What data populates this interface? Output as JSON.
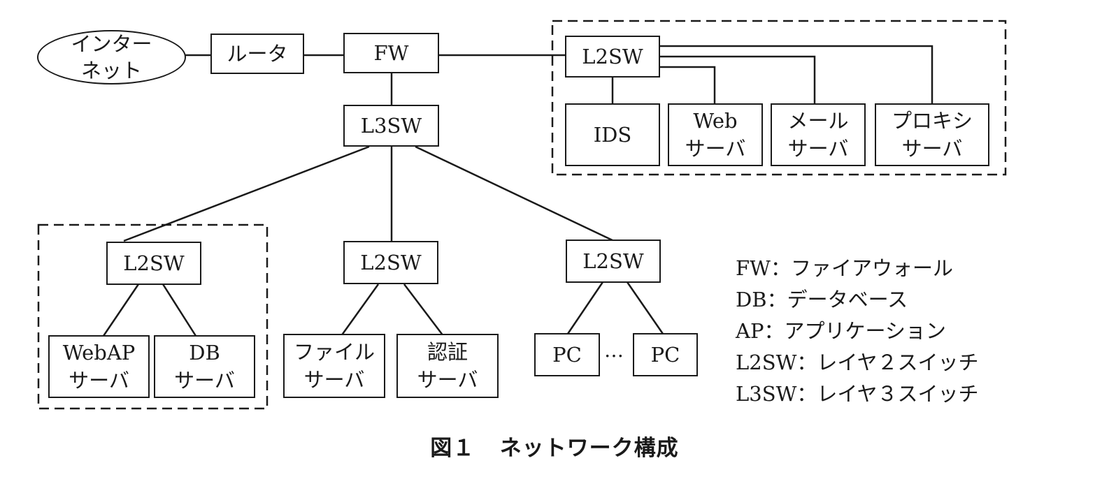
{
  "diagram": {
    "type": "network-configuration",
    "nodes": {
      "internet": {
        "lines": [
          "インター",
          "ネット"
        ]
      },
      "router": {
        "lines": [
          "ルータ"
        ]
      },
      "fw": {
        "lines": [
          "FW"
        ]
      },
      "l3sw": {
        "lines": [
          "L3SW"
        ]
      },
      "dmz_l2sw": {
        "lines": [
          "L2SW"
        ]
      },
      "ids": {
        "lines": [
          "IDS"
        ]
      },
      "web_server": {
        "lines": [
          "Web",
          "サーバ"
        ]
      },
      "mail_server": {
        "lines": [
          "メール",
          "サーバ"
        ]
      },
      "proxy_server": {
        "lines": [
          "プロキシ",
          "サーバ"
        ]
      },
      "app_l2sw": {
        "lines": [
          "L2SW"
        ]
      },
      "webap_server": {
        "lines": [
          "WebAP",
          "サーバ"
        ]
      },
      "db_server": {
        "lines": [
          "DB",
          "サーバ"
        ]
      },
      "srv_l2sw": {
        "lines": [
          "L2SW"
        ]
      },
      "file_server": {
        "lines": [
          "ファイル",
          "サーバ"
        ]
      },
      "auth_server": {
        "lines": [
          "認証",
          "サーバ"
        ]
      },
      "pc_l2sw": {
        "lines": [
          "L2SW"
        ]
      },
      "pc1": {
        "lines": [
          "PC"
        ]
      },
      "pc2": {
        "lines": [
          "PC"
        ]
      }
    },
    "links": [
      [
        "internet",
        "router"
      ],
      [
        "router",
        "fw"
      ],
      [
        "fw",
        "dmz_l2sw"
      ],
      [
        "fw",
        "l3sw"
      ],
      [
        "dmz_l2sw",
        "ids"
      ],
      [
        "dmz_l2sw",
        "web_server"
      ],
      [
        "dmz_l2sw",
        "mail_server"
      ],
      [
        "dmz_l2sw",
        "proxy_server"
      ],
      [
        "l3sw",
        "app_l2sw"
      ],
      [
        "l3sw",
        "srv_l2sw"
      ],
      [
        "l3sw",
        "pc_l2sw"
      ],
      [
        "app_l2sw",
        "webap_server"
      ],
      [
        "app_l2sw",
        "db_server"
      ],
      [
        "srv_l2sw",
        "file_server"
      ],
      [
        "srv_l2sw",
        "auth_server"
      ],
      [
        "pc_l2sw",
        "pc1"
      ],
      [
        "pc_l2sw",
        "pc2"
      ]
    ],
    "groups": [
      {
        "name": "dmz-segment",
        "members": [
          "dmz_l2sw",
          "ids",
          "web_server",
          "mail_server",
          "proxy_server"
        ],
        "style": "dashed"
      },
      {
        "name": "app-segment",
        "members": [
          "app_l2sw",
          "webap_server",
          "db_server"
        ],
        "style": "dashed"
      }
    ],
    "pc_ellipsis": "…"
  },
  "legend": [
    {
      "abbr": "FW",
      "sep": "：",
      "meaning": "ファイアウォール"
    },
    {
      "abbr": "DB",
      "sep": "：",
      "meaning": "データベース"
    },
    {
      "abbr": "AP",
      "sep": "：",
      "meaning": "アプリケーション"
    },
    {
      "abbr": "L2SW",
      "sep": "：",
      "meaning": "レイヤ２スイッチ"
    },
    {
      "abbr": "L3SW",
      "sep": "：",
      "meaning": "レイヤ３スイッチ"
    }
  ],
  "caption": {
    "number": "図１",
    "title": "ネットワーク構成"
  }
}
